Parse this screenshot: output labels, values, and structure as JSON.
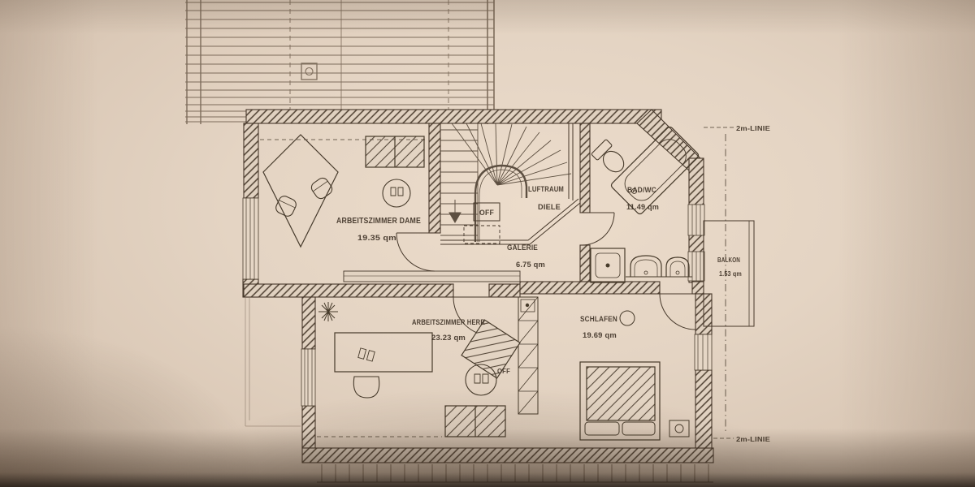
{
  "document": {
    "kind": "photographed architectural floor plan (upper storey)",
    "area_unit": "qm",
    "colors": {
      "paper": "#e4d4c3",
      "ink": "#46392c"
    }
  },
  "rooms": [
    {
      "id": "arbeitszimmer-dame",
      "label": "ARBEITSZIMMER DAME",
      "area": "19.35 qm"
    },
    {
      "id": "luftraum-diele",
      "label": "LUFTRAUM",
      "sublabel": "DIELE"
    },
    {
      "id": "galerie",
      "label": "GALERIE",
      "area": "6.75 qm"
    },
    {
      "id": "bad-wc",
      "label": "BAD/WC",
      "area": "11.49 qm"
    },
    {
      "id": "arbeitszimmer-herr",
      "label": "ARBEITSZIMMER HERR",
      "area": "23.23 qm"
    },
    {
      "id": "schlafen",
      "label": "SCHLAFEN",
      "area": "19.69 qm"
    },
    {
      "id": "balkon",
      "label": "BALKON",
      "area": "1.53 qm"
    }
  ],
  "annotations": {
    "two_meter_line_top": "2m-LINIE",
    "two_meter_line_bottom": "2m-LINIE",
    "off_upper": "OFF",
    "off_lower": "OFF"
  }
}
